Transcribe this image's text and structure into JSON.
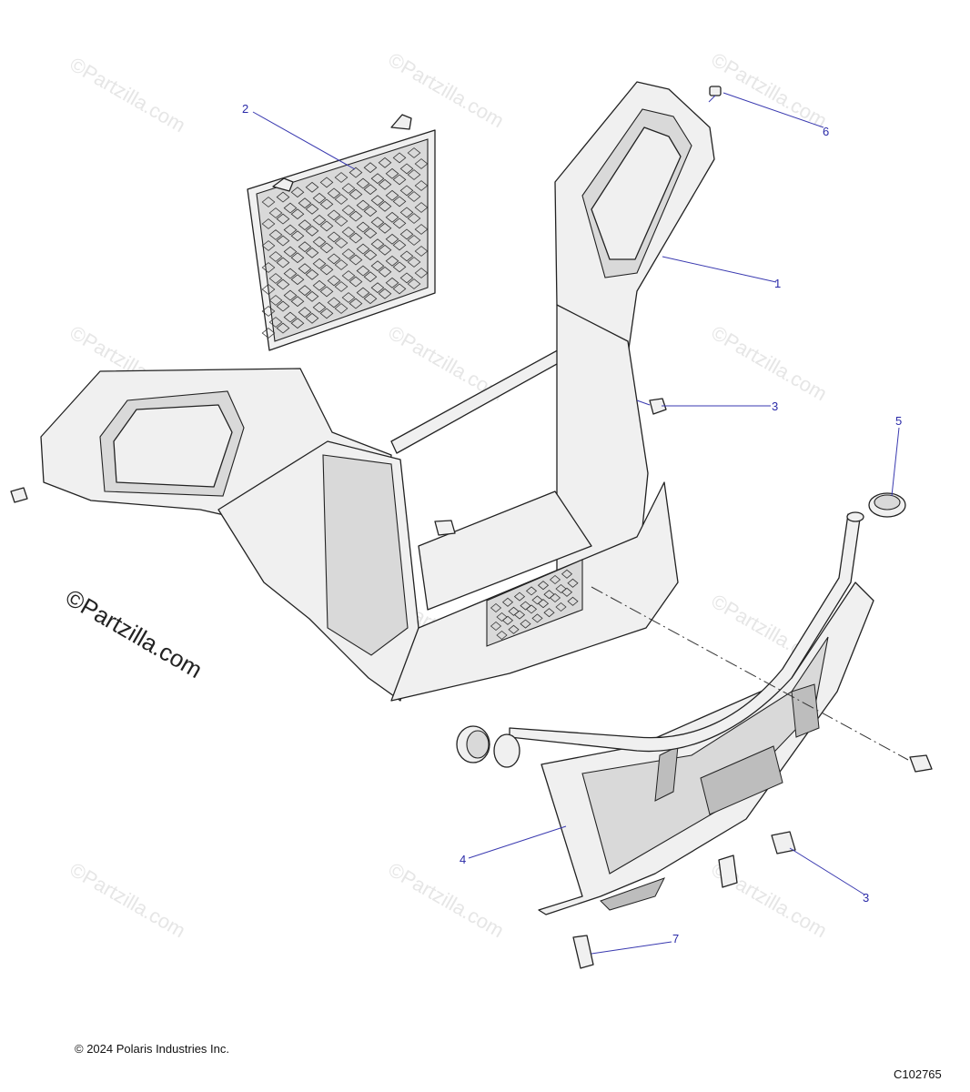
{
  "watermark": "©Partzilla.com",
  "watermark_main": "©Partzilla.com",
  "copyright": "© 2024 Polaris Industries Inc.",
  "figure_id": "C102765",
  "callouts": [
    {
      "label": "1"
    },
    {
      "label": "2"
    },
    {
      "label": "3"
    },
    {
      "label": "3"
    },
    {
      "label": "4"
    },
    {
      "label": "5"
    },
    {
      "label": "6"
    },
    {
      "label": "7"
    }
  ],
  "colors": {
    "callout": "#2a2aa8",
    "line": "#222222",
    "fill": "#f0f0f0"
  }
}
